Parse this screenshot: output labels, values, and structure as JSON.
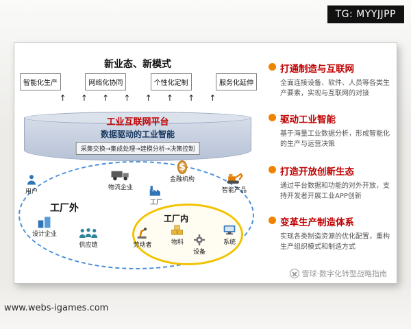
{
  "overlay": {
    "tg_label": "TG: MYYJJPP",
    "watermark_url": "www.webs-igames.com"
  },
  "diagram": {
    "title": "新业态、新模式",
    "mode_boxes": [
      "智能化生产",
      "网络化协同",
      "个性化定制",
      "服务化延伸"
    ],
    "arrow_char": "↑",
    "platform": {
      "name": "工业互联网平台",
      "subtitle": "数据驱动的工业智能",
      "process": "采集交换→集成处理→建模分析→决策控制"
    },
    "factory_outside_label": "工厂外",
    "factory_inside_label": "工厂内",
    "dollar_symbol": "$",
    "outside_nodes": [
      {
        "icon": "person-icon",
        "label": "用户"
      },
      {
        "icon": "truck-icon",
        "label": "物流企业"
      },
      {
        "icon": "dollar-icon",
        "label": "金融机构"
      },
      {
        "icon": "excavator-icon",
        "label": "智能产品"
      },
      {
        "icon": "buildings-icon",
        "label": "设计企业"
      },
      {
        "icon": "group-icon",
        "label": "供应链"
      }
    ],
    "inside_nodes": [
      {
        "icon": "factory-icon",
        "label": "工厂"
      },
      {
        "icon": "robot-arm-icon",
        "label": "劳动者"
      },
      {
        "icon": "materials-icon",
        "label": "物料"
      },
      {
        "icon": "gear-icon",
        "label": "设备"
      },
      {
        "icon": "monitor-icon",
        "label": "系统"
      }
    ],
    "footer": "雪球·数字化转型战略指南"
  },
  "bullets": [
    {
      "title": "打通制造与互联网",
      "desc": "全面连接设备、软件、人员等各类生产要素，实现与互联网的对接"
    },
    {
      "title": "驱动工业智能",
      "desc": "基于海量工业数据分析，形成智能化的生产与运营决策"
    },
    {
      "title": "打造开放创新生态",
      "desc": "通过平台数据和功能的对外开放，支持开发者开展工业APP创新"
    },
    {
      "title": "变革生产制造体系",
      "desc": "实现各类制造资源的优化配置，重构生产组织模式和制造方式"
    }
  ]
}
